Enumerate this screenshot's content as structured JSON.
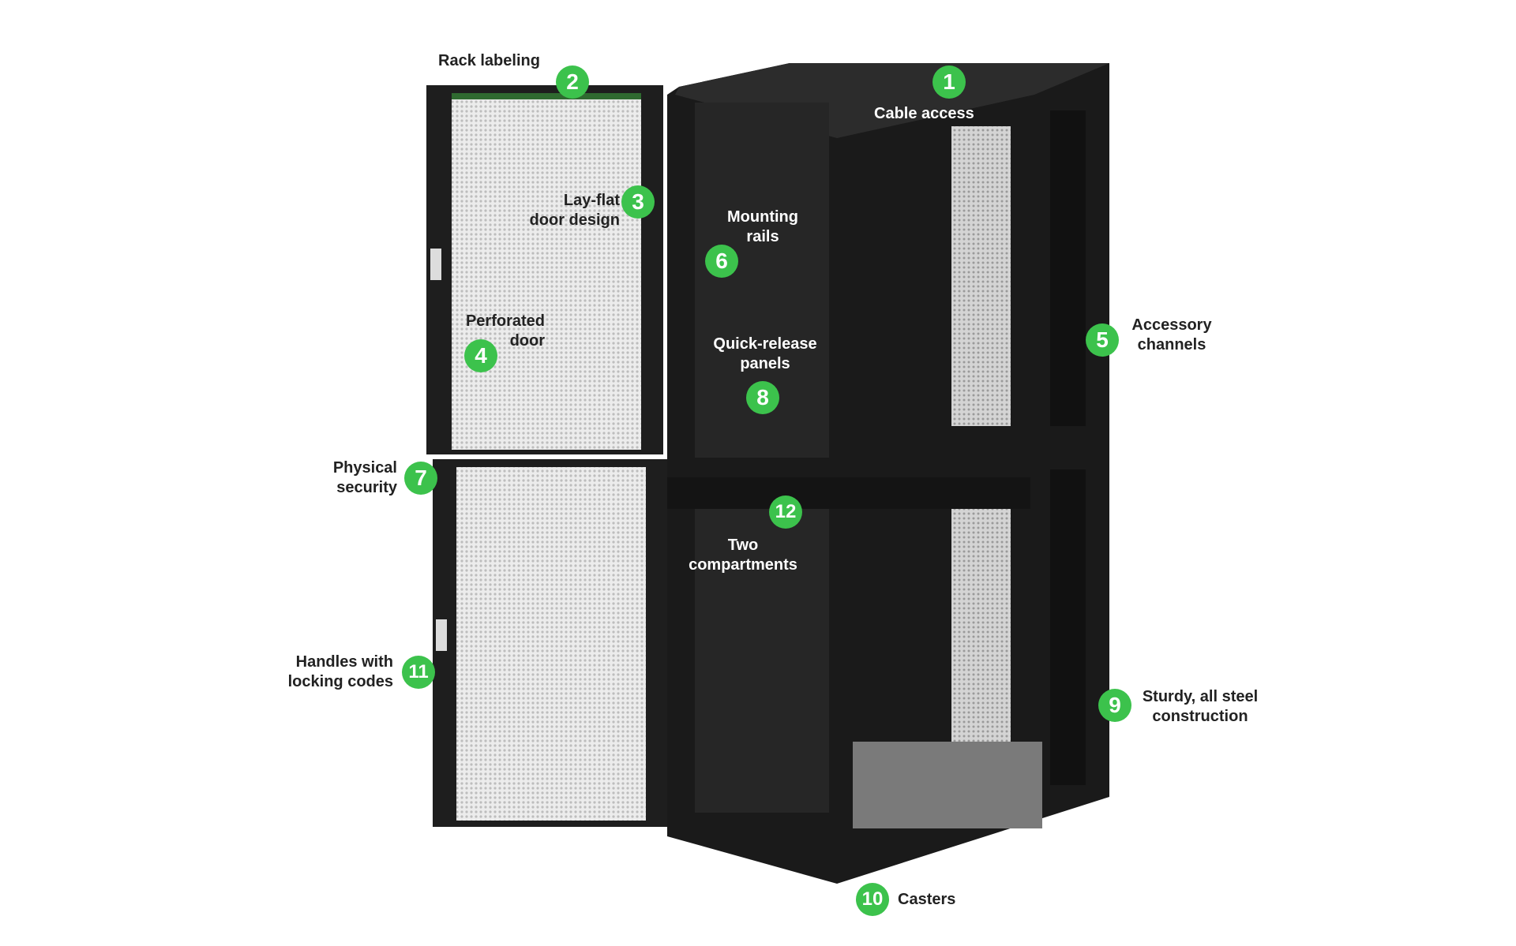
{
  "title": "Server rack features",
  "callouts": [
    {
      "number": "1",
      "label": "Cable access"
    },
    {
      "number": "2",
      "label": "Rack labeling"
    },
    {
      "number": "3",
      "label_lines": [
        "Lay-flat",
        "door design"
      ]
    },
    {
      "number": "4",
      "label_lines": [
        "Perforated",
        "door"
      ]
    },
    {
      "number": "5",
      "label_lines": [
        "Accessory",
        "channels"
      ]
    },
    {
      "number": "6",
      "label_lines": [
        "Mounting",
        "rails"
      ]
    },
    {
      "number": "7",
      "label_lines": [
        "Physical",
        "security"
      ]
    },
    {
      "number": "8",
      "label_lines": [
        "Quick-release",
        "panels"
      ]
    },
    {
      "number": "9",
      "label_lines": [
        "Sturdy, all steel",
        "construction"
      ]
    },
    {
      "number": "10",
      "label": "Casters"
    },
    {
      "number": "11",
      "label_lines": [
        "Handles with",
        "locking codes"
      ]
    },
    {
      "number": "12",
      "label_lines": [
        "Two",
        "compartments"
      ]
    }
  ],
  "colors": {
    "badge": "#3cc24c",
    "rack": "#1a1a1a",
    "mesh": "#e6e6e6"
  }
}
